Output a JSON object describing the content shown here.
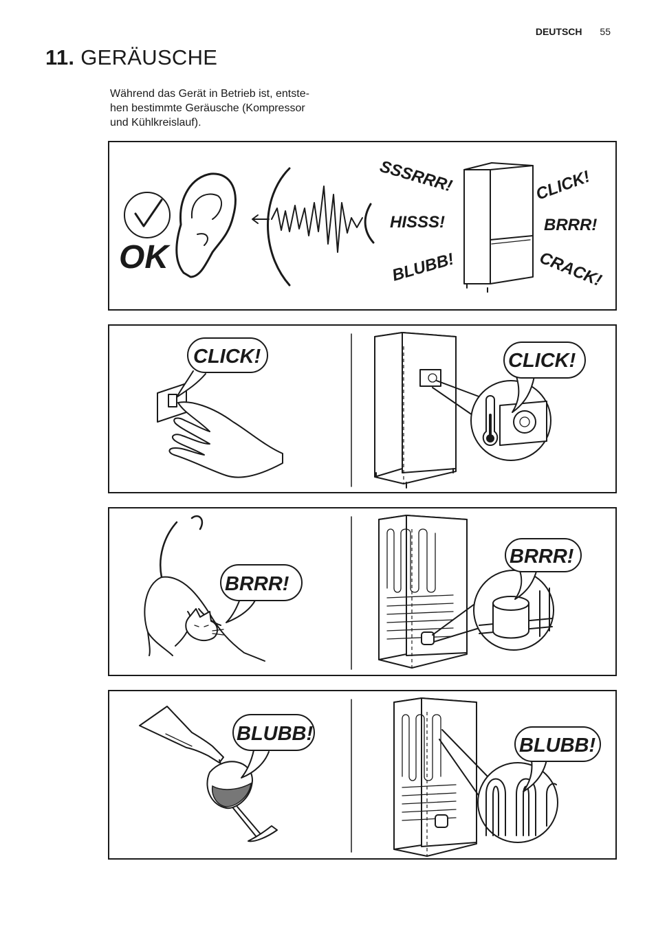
{
  "header": {
    "language": "DEUTSCH",
    "page_number": "55"
  },
  "section": {
    "number": "11.",
    "title": "GERÄUSCHE"
  },
  "intro": {
    "lines": [
      "Während das Gerät in Betrieb ist, entste-",
      "hen bestimmte Geräusche (Kompressor",
      "und Kühlkreislauf)."
    ]
  },
  "panel1": {
    "ok_label": "OK",
    "sounds_left": [
      "SSSRRR!",
      "HISSS!",
      "BLUBB!"
    ],
    "sounds_right": [
      "CLICK!",
      "BRRR!",
      "CRACK!"
    ]
  },
  "panel2": {
    "left_bubble": "CLICK!",
    "right_bubble": "CLICK!"
  },
  "panel3": {
    "left_bubble": "BRRR!",
    "right_bubble": "BRRR!"
  },
  "panel4": {
    "left_bubble": "BLUBB!",
    "right_bubble": "BLUBB!"
  }
}
